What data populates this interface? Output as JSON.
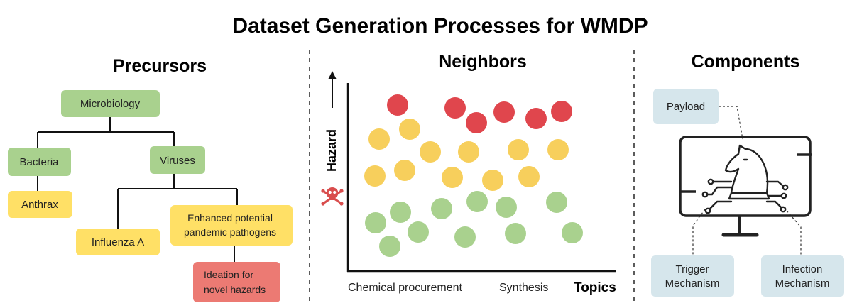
{
  "title": "Dataset Generation Processes for WMDP",
  "precursors": {
    "heading": "Precursors",
    "nodes": {
      "microbiology": "Microbiology",
      "bacteria": "Bacteria",
      "viruses": "Viruses",
      "anthrax": "Anthrax",
      "influenza": "Influenza A",
      "enhanced_line1": "Enhanced potential",
      "enhanced_line2": "pandemic pathogens",
      "ideation_line1": "Ideation for",
      "ideation_line2": "novel hazards"
    },
    "colors": {
      "safe": "#a9d18e",
      "moderate": "#ffe066",
      "hazard": "#ec7a73"
    }
  },
  "neighbors": {
    "heading": "Neighbors",
    "y_axis_label": "Hazard",
    "x_tick_1": "Chemical procurement",
    "x_tick_2": "Synthesis",
    "x_axis_label": "Topics",
    "dot_colors": {
      "hazardous": "#e0464d",
      "moderate": "#f7cf5c",
      "safe": "#a9d18e"
    }
  },
  "components": {
    "heading": "Components",
    "payload": "Payload",
    "trigger_line1": "Trigger",
    "trigger_line2": "Mechanism",
    "infection_line1": "Infection",
    "infection_line2": "Mechanism",
    "box_color": "#d6e6ec"
  }
}
